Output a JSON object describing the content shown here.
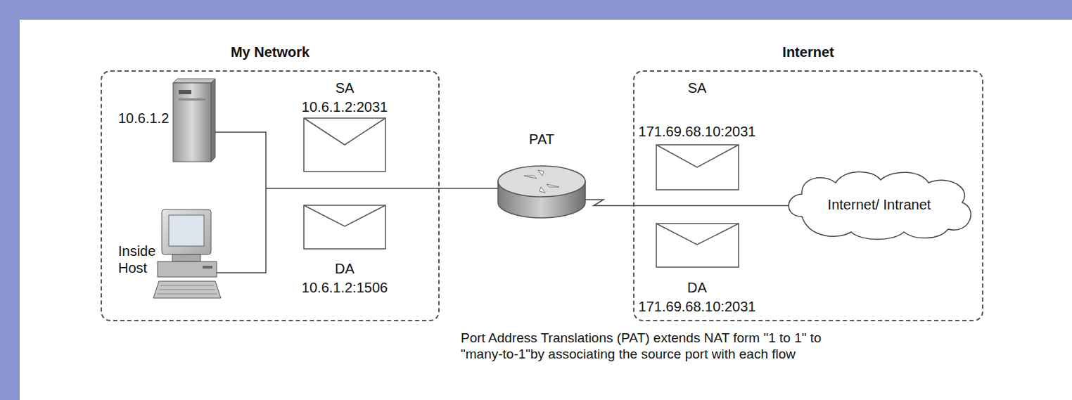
{
  "diagram": {
    "caption": "Port Address Translations (PAT) extends NAT form \"1 to 1\" to \"many-to-1\"by associating the source port with each flow",
    "nodes": [
      {
        "text": [
          "My Network"
        ]
      },
      {
        "text": [
          "PAT"
        ]
      },
      {
        "text": [
          "Internet"
        ]
      },
      {
        "text": [
          "Internet/ Intranet"
        ],
        "in": 2
      }
    ],
    "edges": [
      {
        "from": 0,
        "to": 1,
        "arrow": "none"
      },
      {
        "from": 1,
        "to": 3,
        "arrow": "none"
      }
    ],
    "labels": [
      "10.6.1.2",
      "SA",
      "10.6.1.2:2031",
      "Inside Host",
      "DA",
      "10.6.1.2:1506",
      "SA",
      "171.69.68.10:2031",
      "DA",
      "171.69.68.10:2031"
    ]
  }
}
